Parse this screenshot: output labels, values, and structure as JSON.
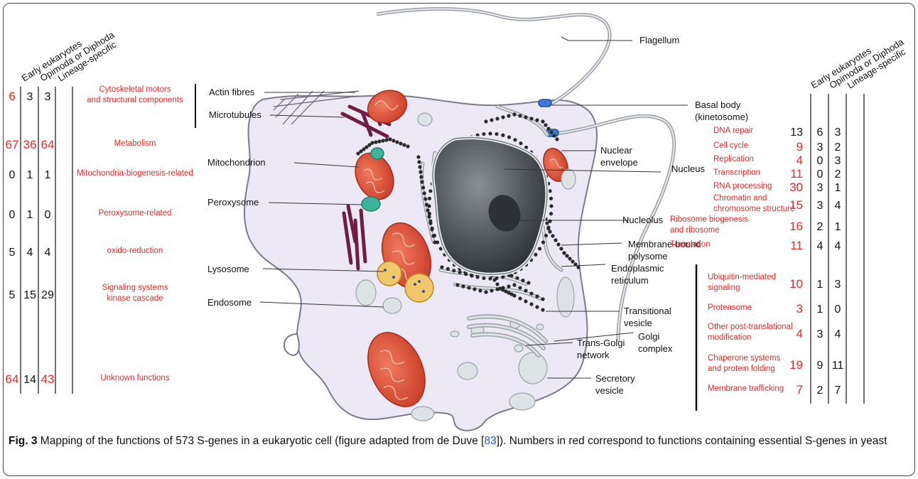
{
  "headers": {
    "left": [
      "Early eukaryotes",
      "Opimoda or Diphoda",
      "Lineage-specific"
    ],
    "right": [
      "Early eukaryotes",
      "Opimoda or Diphoda",
      "Lineage-specific"
    ]
  },
  "colors": {
    "essential": "#e8282b",
    "normal": "#111111",
    "link": "#2b4fd8",
    "cell": "#ece8f6",
    "mito": "#e0533a",
    "nucleus": "#555b61"
  },
  "left_rows": [
    {
      "label": "Cytoskeletal motors\nand structural components",
      "v": [
        "6",
        "3",
        "3"
      ],
      "red": [
        true,
        false,
        false
      ]
    },
    {
      "label": "Metabolism",
      "v": [
        "67",
        "36",
        "64"
      ],
      "red": [
        true,
        true,
        true
      ]
    },
    {
      "label": "Mitochondria-biogenesis-related",
      "v": [
        "0",
        "1",
        "1"
      ],
      "red": [
        false,
        false,
        false
      ]
    },
    {
      "label": "Peroxysome-related",
      "v": [
        "0",
        "1",
        "0"
      ],
      "red": [
        false,
        false,
        false
      ]
    },
    {
      "label": "oxido-reduction",
      "v": [
        "5",
        "4",
        "4"
      ],
      "red": [
        false,
        false,
        false
      ]
    },
    {
      "label": "Signaling systems\nkinase cascade",
      "v": [
        "5",
        "15",
        "29"
      ],
      "red": [
        false,
        false,
        false
      ]
    },
    {
      "label": "Unknown functions",
      "v": [
        "64",
        "14",
        "43"
      ],
      "red": [
        true,
        false,
        true
      ]
    }
  ],
  "right_rows": [
    {
      "label": "DNA repair",
      "v": [
        "13",
        "6",
        "3"
      ],
      "red": [
        false,
        false,
        false
      ]
    },
    {
      "label": "Cell cycle",
      "v": [
        "9",
        "3",
        "2"
      ],
      "red": [
        true,
        false,
        false
      ]
    },
    {
      "label": "Replication",
      "v": [
        "4",
        "0",
        "3"
      ],
      "red": [
        true,
        false,
        false
      ]
    },
    {
      "label": "Transcription",
      "v": [
        "11",
        "0",
        "2"
      ],
      "red": [
        true,
        false,
        false
      ]
    },
    {
      "label": "RNA processing",
      "v": [
        "30",
        "3",
        "1"
      ],
      "red": [
        true,
        false,
        false
      ]
    },
    {
      "label": "Chromatin and\nchromosome structure",
      "v": [
        "15",
        "3",
        "4"
      ],
      "red": [
        true,
        false,
        false
      ]
    },
    {
      "label": "Ribosome biogenesis\nand ribosome",
      "v": [
        "16",
        "2",
        "1"
      ],
      "red": [
        true,
        false,
        false
      ]
    },
    {
      "label": "Translation",
      "v": [
        "11",
        "4",
        "4"
      ],
      "red": [
        true,
        false,
        false
      ]
    },
    {
      "label": "Ubiquitin-mediated\nsignaling",
      "v": [
        "10",
        "1",
        "3"
      ],
      "red": [
        true,
        false,
        false
      ]
    },
    {
      "label": "Proteasome",
      "v": [
        "3",
        "1",
        "0"
      ],
      "red": [
        true,
        false,
        false
      ]
    },
    {
      "label": "Other post-translational\nmodification",
      "v": [
        "4",
        "3",
        "4"
      ],
      "red": [
        true,
        false,
        false
      ]
    },
    {
      "label": "Chaperone systems\nand protein folding",
      "v": [
        "19",
        "9",
        "11"
      ],
      "red": [
        true,
        false,
        false
      ]
    },
    {
      "label": "Membrane trafficking",
      "v": [
        "7",
        "2",
        "7"
      ],
      "red": [
        true,
        false,
        false
      ]
    }
  ],
  "organelles": {
    "actin": "Actin fibres",
    "microtubules": "Microtubules",
    "mitochondrion": "Mitochondrion",
    "peroxysome": "Peroxysome",
    "lysosome": "Lysosome",
    "endosome": "Endosome",
    "flagellum": "Flagellum",
    "basal_body": "Basal body\n(kinetosome)",
    "nuclear_envelope": "Nuclear\nenvelope",
    "nucleus": "Nucleus",
    "nucleolus": "Nucleolus",
    "polysome": "Membrane-bound\npolysome",
    "er": "Endoplasmic\nreticulum",
    "transitional": "Transitional\nvesicle",
    "golgi": "Golgi\ncomplex",
    "trans_golgi": "Trans-Golgi\nnetwork",
    "secretory": "Secretory\nvesicle"
  },
  "caption": {
    "label": "Fig. 3",
    "text_before": " Mapping of the functions of 573 S-genes in a eukaryotic cell (figure adapted from de Duve [",
    "ref": "83",
    "text_after": "]). Numbers in red correspond to functions containing essential S-genes in yeast"
  }
}
